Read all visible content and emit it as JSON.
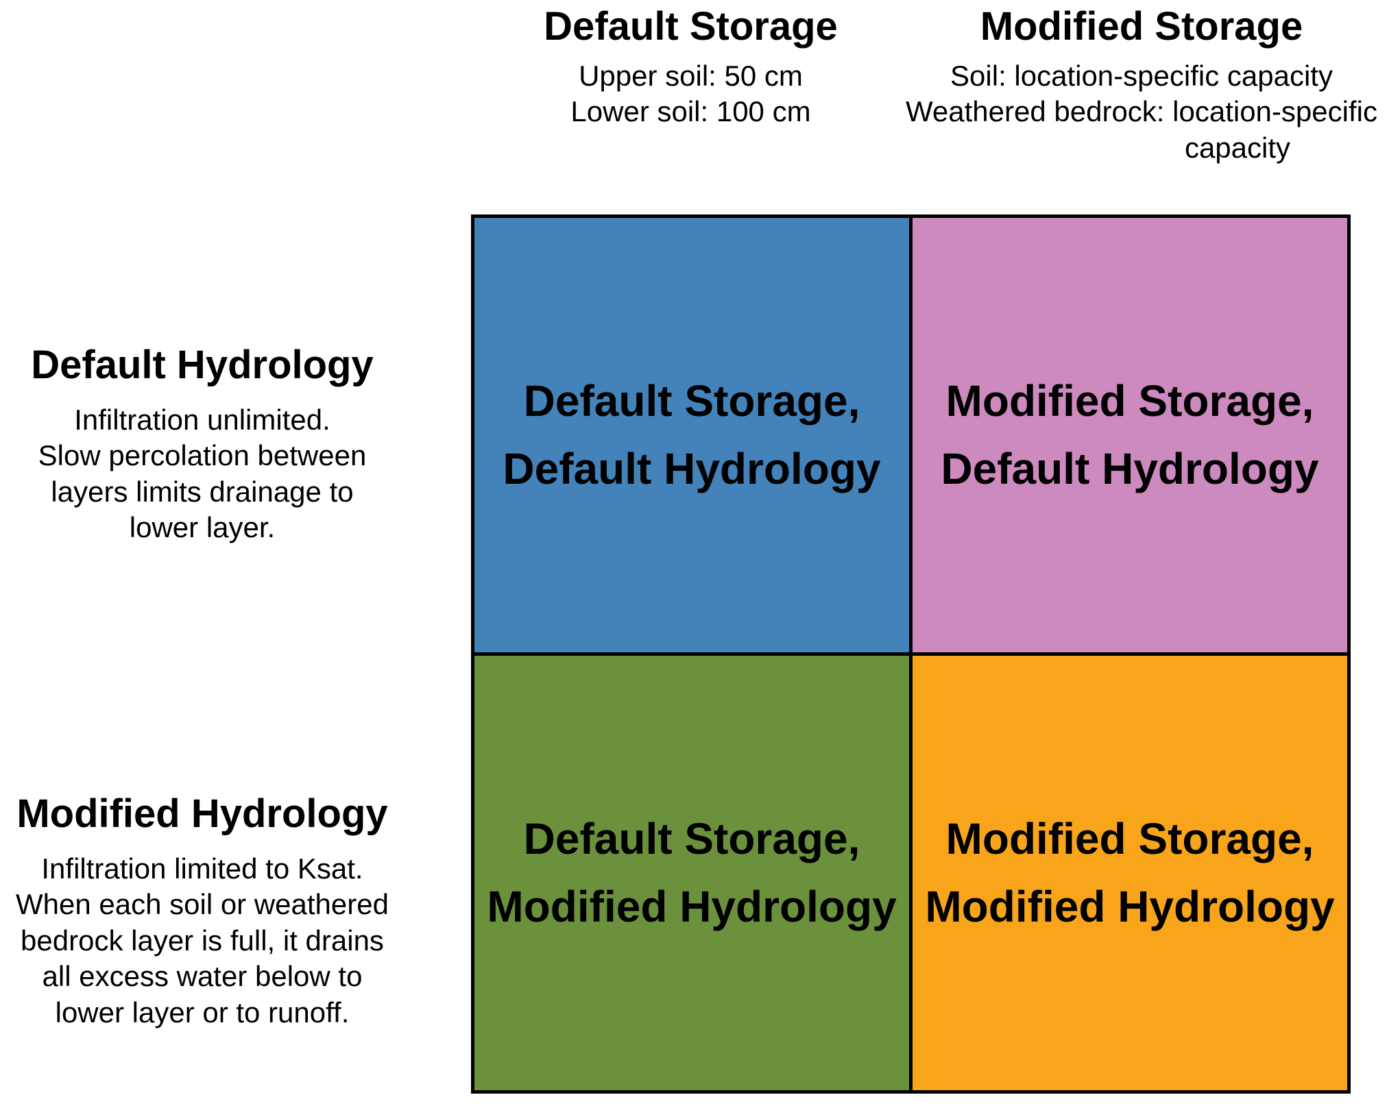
{
  "colors": {
    "background": "#FFFFFF",
    "grid_line": "#000000",
    "text": "#000000",
    "quadrant_blue": "#4482BA",
    "quadrant_pink": "#CC8ABE",
    "quadrant_green": "#6C913D",
    "quadrant_orange": "#F9A51C"
  },
  "column_headers": {
    "default_storage": {
      "title": "Default Storage",
      "lines": [
        "Upper soil: 50 cm",
        "Lower soil: 100 cm"
      ]
    },
    "modified_storage": {
      "title": "Modified Storage",
      "lines": [
        "Soil: location-specific capacity",
        "Weathered bedrock: location-specific",
        "capacity"
      ]
    }
  },
  "row_headers": {
    "default_hydrology": {
      "title": "Default Hydrology",
      "lines": [
        "Infiltration unlimited.",
        "Slow percolation between",
        "layers limits drainage to",
        "lower layer."
      ]
    },
    "modified_hydrology": {
      "title": "Modified Hydrology",
      "lines": [
        "Infiltration limited to Ksat.",
        "When each soil or weathered",
        "bedrock layer is full, it drains",
        "all excess water below to",
        "lower layer or to runoff."
      ]
    }
  },
  "quadrants": {
    "top_left": {
      "line1": "Default Storage,",
      "line2": "Default Hydrology",
      "color": "#4482BA"
    },
    "top_right": {
      "line1": "Modified Storage,",
      "line2": "Default Hydrology",
      "color": "#CC8ABE"
    },
    "bottom_left": {
      "line1": "Default Storage,",
      "line2": "Modified Hydrology",
      "color": "#6C913D"
    },
    "bottom_right": {
      "line1": "Modified Storage,",
      "line2": "Modified Hydrology",
      "color": "#F9A51C"
    }
  }
}
